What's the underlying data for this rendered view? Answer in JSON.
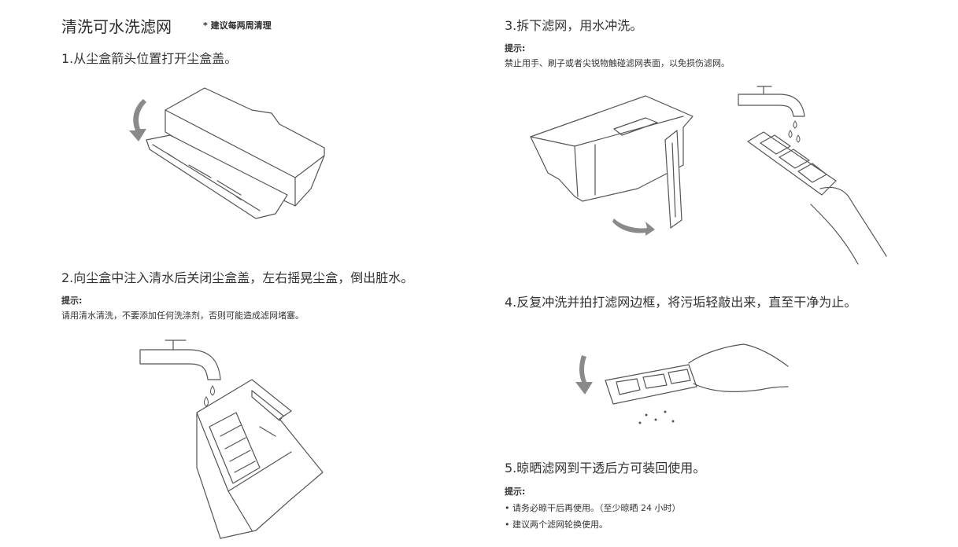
{
  "title": "清洗可水洗滤网",
  "title_note": "* 建议每两周清理",
  "steps": {
    "s1": {
      "text": "1.从尘盒箭头位置打开尘盒盖。"
    },
    "s2": {
      "text": "2.向尘盒中注入清水后关闭尘盒盖，左右摇晃尘盒，倒出脏水。",
      "hint_label": "提示:",
      "hint": "请用清水清洗，不要添加任何洗涤剂，否则可能造成滤网堵塞。"
    },
    "s3": {
      "text": "3.拆下滤网，用水冲洗。",
      "hint_label": "提示:",
      "hint": "禁止用手、刷子或者尖锐物触碰滤网表面，以免损伤滤网。"
    },
    "s4": {
      "text": "4.反复冲洗并拍打滤网边框，将污垢轻敲出来，直至干净为止。"
    },
    "s5": {
      "text": "5.晾晒滤网到干透后方可装回使用。",
      "hint_label": "提示:",
      "bullets": [
        "• 请务必晾干后再使用。（至少晾晒 24 小时）",
        "• 建议两个滤网轮换使用。"
      ]
    }
  }
}
